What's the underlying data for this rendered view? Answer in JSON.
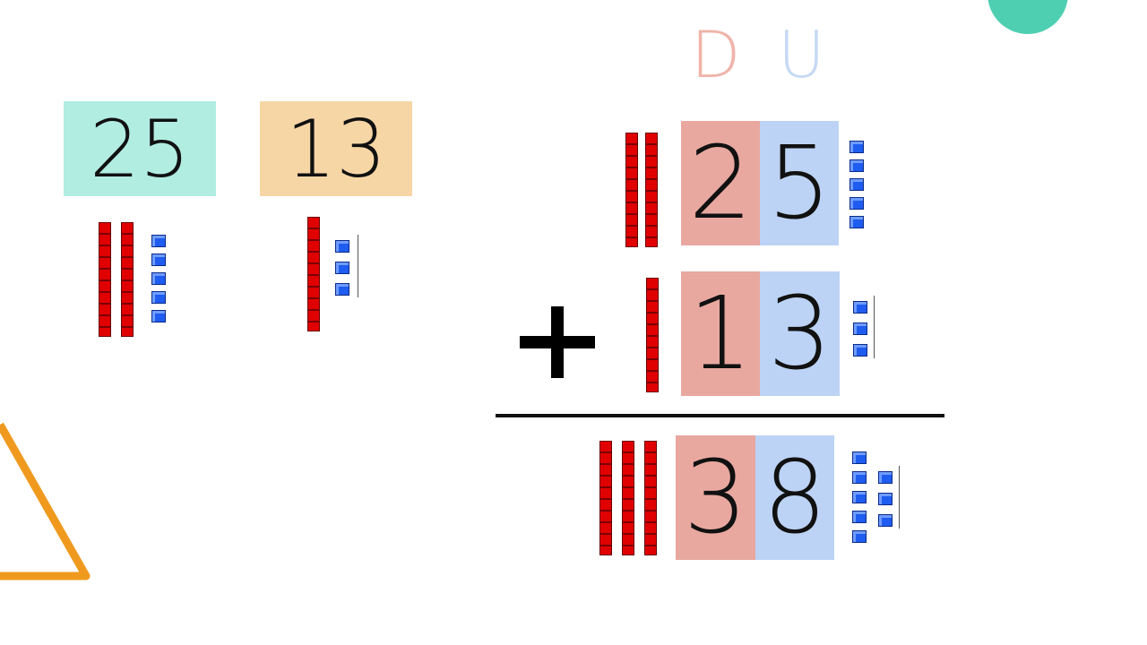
{
  "header": {
    "tens_letter": "D",
    "units_letter": "U"
  },
  "left_cards": [
    {
      "value": "25",
      "tens": 2,
      "units": 5
    },
    {
      "value": "13",
      "tens": 1,
      "units": 3
    }
  ],
  "addition": {
    "operator": "+",
    "rows": [
      {
        "tens_digit": "2",
        "units_digit": "5",
        "tens": 2,
        "units": 5
      },
      {
        "tens_digit": "1",
        "units_digit": "3",
        "tens": 1,
        "units": 3
      }
    ],
    "result": {
      "tens_digit": "3",
      "units_digit": "8",
      "tens": 3,
      "units": 8
    }
  },
  "colors": {
    "card_25": "#b2ede2",
    "card_13": "#f7d6a6",
    "tens_column": "#e8a8a0",
    "units_column": "#bcd3f5",
    "tens_letter": "#f0b4ab",
    "units_letter": "#c7d9f3",
    "rod_red": "#e00000",
    "cube_blue": "#1f5cf0",
    "triangle": "#ef9a1f",
    "circle": "#4fcfb2"
  }
}
